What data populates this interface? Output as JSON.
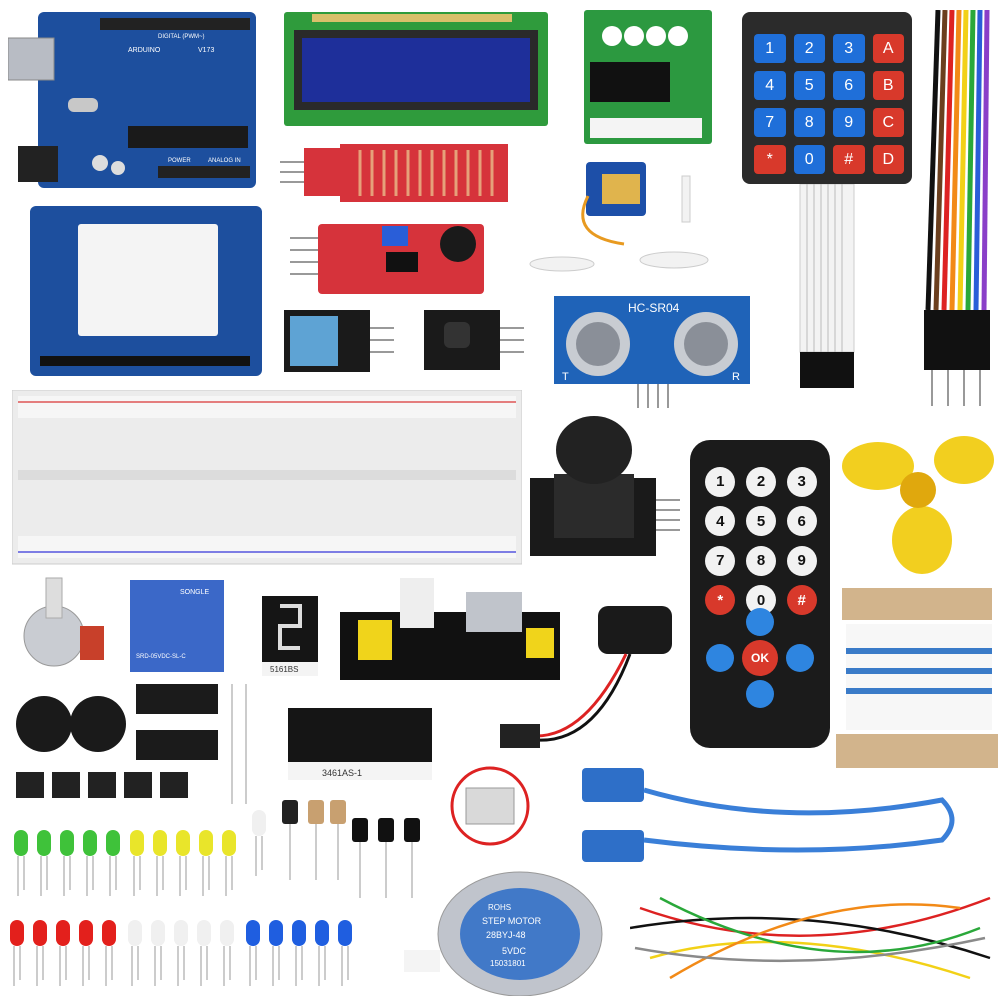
{
  "arduino": {
    "brand": "ARDUINO",
    "version": "V173",
    "digital": "DIGITAL (PWM~)",
    "power": "POWER",
    "analog": "ANALOG IN"
  },
  "keypad": {
    "keys": [
      "1",
      "2",
      "3",
      "A",
      "4",
      "5",
      "6",
      "B",
      "7",
      "8",
      "9",
      "C",
      "*",
      "0",
      "#",
      "D"
    ]
  },
  "ultrasonic": {
    "model": "HC-SR04",
    "pin_t": "T",
    "pin_r": "R"
  },
  "segment_single": {
    "part": "5161BS"
  },
  "segment_quad": {
    "part": "3461AS-1"
  },
  "stepper": {
    "line1": "STEP MOTOR",
    "line2": "28BYJ-48",
    "line3": "5VDC",
    "line4": "15031801",
    "brand": "ROHS"
  },
  "relay": {
    "brand": "SONGLE",
    "model": "SRD-05VDC-SL-C"
  },
  "remote": {
    "keys": [
      "1",
      "2",
      "3",
      "4",
      "5",
      "6",
      "7",
      "8",
      "9",
      "*",
      "0",
      "#"
    ],
    "ok": "OK"
  },
  "colors": {
    "board_blue": "#1d4f9e",
    "led_green": "#3fc23a",
    "led_yellow": "#e9e52a",
    "led_red": "#e3201c",
    "led_blue": "#1f5ee0",
    "keypad_blue": "#1f6fd9",
    "keypad_red": "#d8392b",
    "fan_yellow": "#f2cf1f"
  }
}
